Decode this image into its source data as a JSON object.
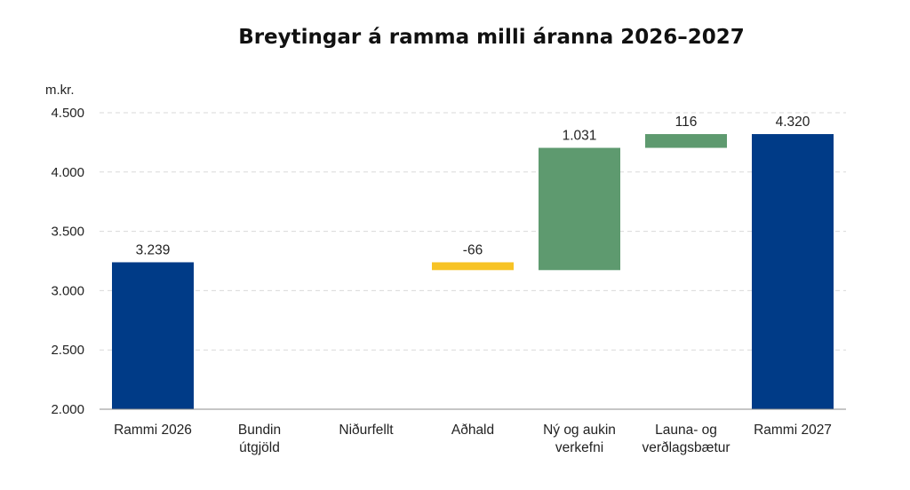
{
  "chart_data": {
    "type": "bar",
    "subtype": "waterfall",
    "title": "Breytingar á ramma milli áranna 2026–2027",
    "ylabel": "m.kr.",
    "ylim": [
      2000,
      4500
    ],
    "yticks": [
      2000,
      2500,
      3000,
      3500,
      4000,
      4500
    ],
    "ytick_labels": [
      "2.000",
      "2.500",
      "3.000",
      "3.500",
      "4.000",
      "4.500"
    ],
    "grid": true,
    "categories": [
      [
        "Rammi 2026"
      ],
      [
        "Bundin",
        "útgjöld"
      ],
      [
        "Niðurfellt"
      ],
      [
        "Aðhald"
      ],
      [
        "Ný og aukin",
        "verkefni"
      ],
      [
        "Launa- og",
        "verðlagsbætur"
      ],
      [
        "Rammi 2027"
      ]
    ],
    "bars": [
      {
        "kind": "total",
        "start": 2000,
        "end": 3239,
        "value": 3239,
        "label": "3.239"
      },
      {
        "kind": "change",
        "start": 3239,
        "end": 3239,
        "value": 0,
        "label": ""
      },
      {
        "kind": "change",
        "start": 3239,
        "end": 3239,
        "value": 0,
        "label": ""
      },
      {
        "kind": "decrease",
        "start": 3239,
        "end": 3173,
        "value": -66,
        "label": "-66"
      },
      {
        "kind": "increase",
        "start": 3173,
        "end": 4204,
        "value": 1031,
        "label": "1.031"
      },
      {
        "kind": "increase",
        "start": 4204,
        "end": 4320,
        "value": 116,
        "label": "116"
      },
      {
        "kind": "total",
        "start": 2000,
        "end": 4320,
        "value": 4320,
        "label": "4.320"
      }
    ],
    "colors": {
      "total": "#003b87",
      "increase": "#5e9a6f",
      "decrease": "#f7c325"
    }
  }
}
